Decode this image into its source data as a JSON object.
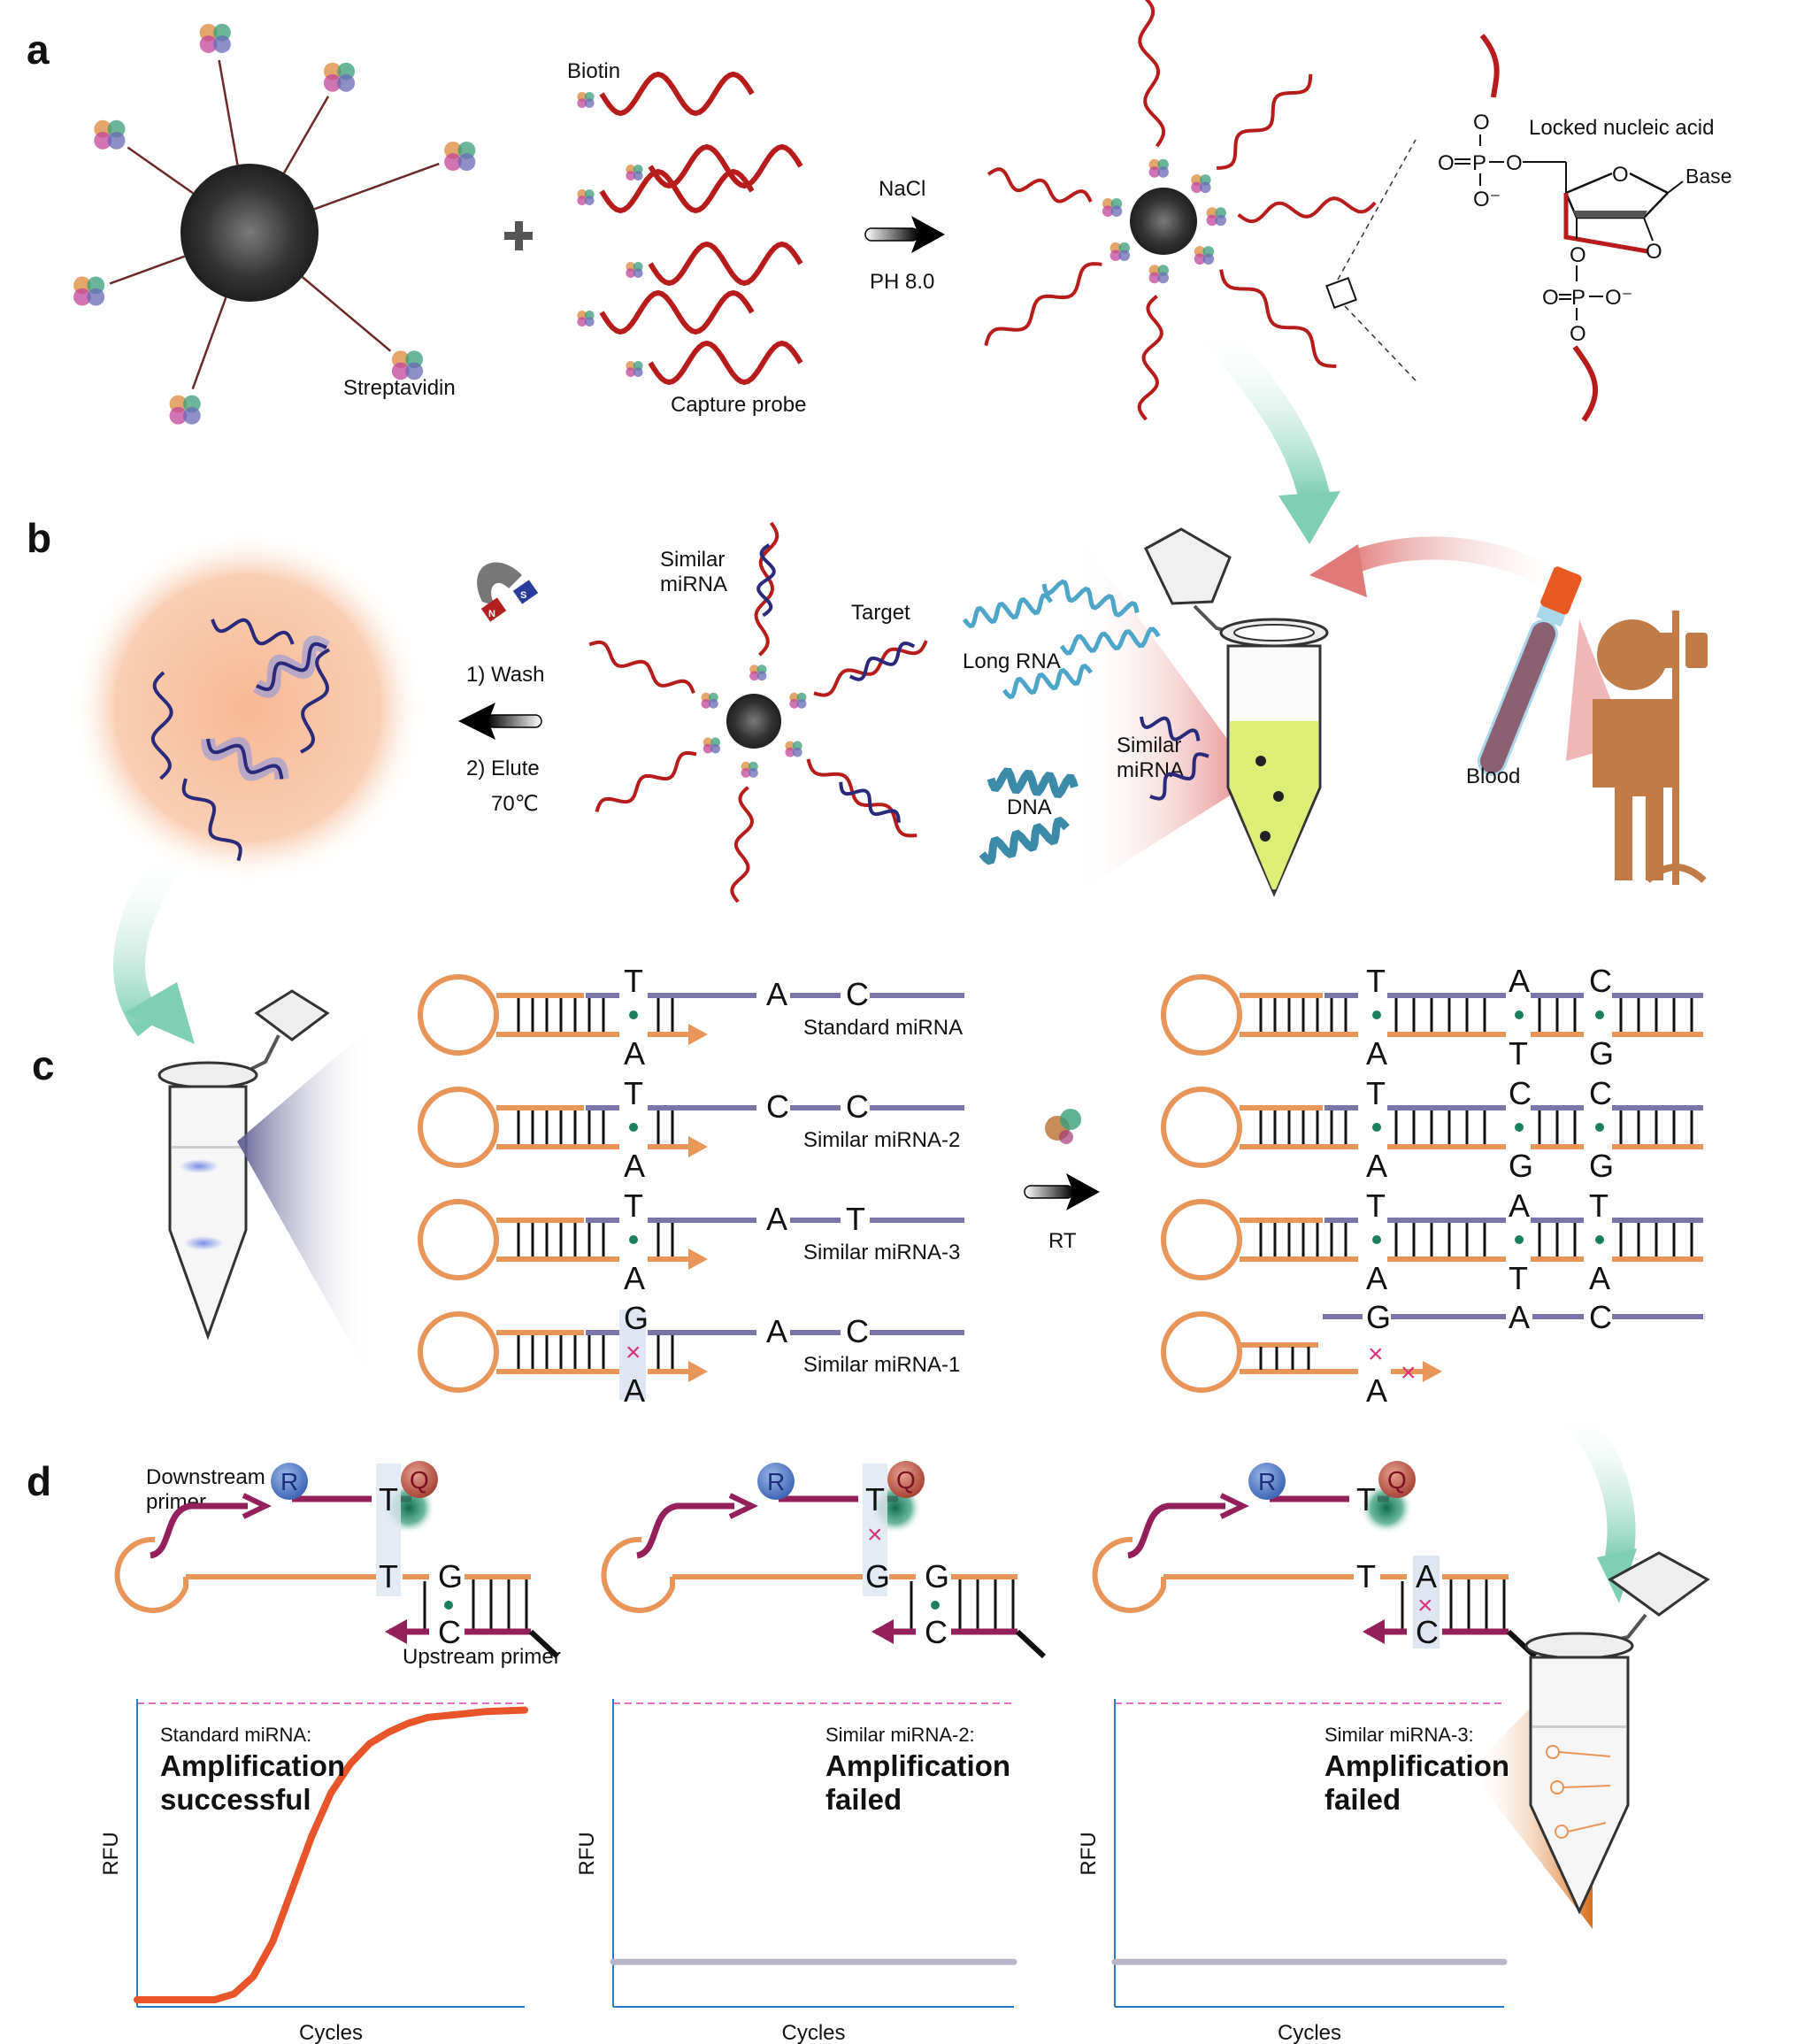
{
  "panels": {
    "a": {
      "label": "a",
      "biotin": "Biotin",
      "streptavidin": "Streptavidin",
      "capture_probe": "Capture probe",
      "reagent_top": "NaCl",
      "reagent_bottom": "PH 8.0",
      "lna_title": "Locked nucleic acid",
      "lna_base": "Base",
      "lna_atoms": {
        "O": "O",
        "P": "P",
        "O_minus": "O⁻"
      }
    },
    "b": {
      "label": "b",
      "similar_mirna": [
        "Similar",
        "miRNA"
      ],
      "target": "Target",
      "long_rna": "Long RNA",
      "dna": "DNA",
      "similar_mirna_free": [
        "Similar",
        "miRNA"
      ],
      "blood": "Blood",
      "step1": "1) Wash",
      "step2": "2) Elute",
      "temp": "70℃",
      "magnet_n": "N",
      "magnet_s": "S"
    },
    "c": {
      "label": "c",
      "rt_label": "RT",
      "left_rows": [
        {
          "name": "Standard miRNA",
          "probe_base": "T",
          "template_base": "A",
          "match": true,
          "b1": "A",
          "b2": "C"
        },
        {
          "name": "Similar miRNA-2",
          "probe_base": "T",
          "template_base": "A",
          "match": true,
          "b1": "C",
          "b2": "C"
        },
        {
          "name": "Similar miRNA-3",
          "probe_base": "T",
          "template_base": "A",
          "match": true,
          "b1": "A",
          "b2": "T"
        },
        {
          "name": "Similar miRNA-1",
          "probe_base": "G",
          "template_base": "A",
          "match": false,
          "b1": "A",
          "b2": "C"
        }
      ],
      "right_rows": [
        {
          "top": [
            "T",
            "A",
            "C"
          ],
          "bottom": [
            "A",
            "T",
            "G"
          ],
          "extended": true
        },
        {
          "top": [
            "T",
            "C",
            "C"
          ],
          "bottom": [
            "A",
            "G",
            "G"
          ],
          "extended": true
        },
        {
          "top": [
            "T",
            "A",
            "T"
          ],
          "bottom": [
            "A",
            "T",
            "A"
          ],
          "extended": true
        },
        {
          "top": [
            "G",
            "A",
            "C"
          ],
          "bottom": [
            "A"
          ],
          "extended": false
        }
      ]
    },
    "d": {
      "label": "d",
      "downstream_primer": [
        "Downstream",
        "primer"
      ],
      "upstream_primer": "Upstream primer",
      "reporter": "R",
      "quencher": "Q",
      "probe_rows": [
        {
          "probe_base": "T",
          "template_base1": "T",
          "template_base2": "G",
          "primer_base": "C",
          "mismatch1": false,
          "mismatch2": false
        },
        {
          "probe_base": "T",
          "template_base1": "G",
          "template_base2": "G",
          "primer_base": "C",
          "mismatch1": true,
          "mismatch2": false
        },
        {
          "probe_base": "T",
          "template_base1": "T",
          "template_base2": "A",
          "primer_base": "C",
          "mismatch1": false,
          "mismatch2": true
        }
      ]
    }
  },
  "colors": {
    "probe_red": "#B71C1C",
    "orange_strand": "#E8955A",
    "purple_strand": "#7B76A8",
    "match_dot": "#1B7F5F",
    "mismatch_x": "#D6337A",
    "maroon_primer": "#93205A",
    "curve": "#E8552A",
    "baseline": "#B8B6C8",
    "threshold": "#E070C0",
    "axis": "#2A7BC0",
    "teal_arrow": "#7FCFB4",
    "patient": "#C17B47"
  },
  "chart_data": [
    {
      "type": "line",
      "title": "Standard miRNA:",
      "annotation": [
        "Amplification",
        "successful"
      ],
      "xlabel": "Cycles",
      "ylabel": "RFU",
      "xlim": [
        0,
        40
      ],
      "ylim": [
        0,
        1
      ],
      "threshold": 1.0,
      "series": [
        {
          "name": "Standard miRNA",
          "x": [
            0,
            5,
            8,
            10,
            12,
            14,
            16,
            18,
            20,
            22,
            24,
            26,
            28,
            30,
            33,
            36,
            40
          ],
          "y": [
            0.0,
            0.0,
            0.0,
            0.02,
            0.08,
            0.2,
            0.38,
            0.56,
            0.71,
            0.81,
            0.88,
            0.92,
            0.95,
            0.97,
            0.98,
            0.99,
            0.995
          ]
        }
      ]
    },
    {
      "type": "line",
      "title": "Similar miRNA-2:",
      "annotation": [
        "Amplification",
        "failed"
      ],
      "xlabel": "Cycles",
      "ylabel": "RFU",
      "xlim": [
        0,
        40
      ],
      "ylim": [
        0,
        1
      ],
      "threshold": 1.0,
      "series": [
        {
          "name": "Similar miRNA-2",
          "x": [
            0,
            40
          ],
          "y": [
            0.13,
            0.13
          ]
        }
      ]
    },
    {
      "type": "line",
      "title": "Similar miRNA-3:",
      "annotation": [
        "Amplification",
        "failed"
      ],
      "xlabel": "Cycles",
      "ylabel": "RFU",
      "xlim": [
        0,
        40
      ],
      "ylim": [
        0,
        1
      ],
      "threshold": 1.0,
      "series": [
        {
          "name": "Similar miRNA-3",
          "x": [
            0,
            40
          ],
          "y": [
            0.13,
            0.13
          ]
        }
      ]
    }
  ]
}
